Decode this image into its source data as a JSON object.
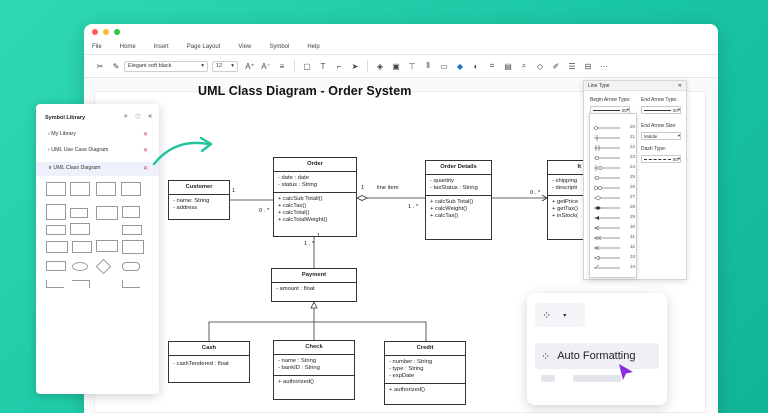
{
  "menu": [
    "File",
    "Home",
    "Insert",
    "Page Layout",
    "View",
    "Symbol",
    "Help"
  ],
  "toolbar": {
    "font": "Elegant soft black",
    "font_size": "12"
  },
  "diagram": {
    "title": "UML Class Diagram - Order System",
    "classes": {
      "customer": {
        "name": "Customer",
        "attrs": [
          "-   name: String",
          "-   address"
        ],
        "ops": []
      },
      "order": {
        "name": "Order",
        "attrs": [
          "-  date : date",
          "-  status : String"
        ],
        "ops": [
          "+  calcSub Totall()",
          "+  calcTax()",
          "+  calcTotal()",
          "+  calcTotalWeight()"
        ]
      },
      "order_details": {
        "name": "Order Details",
        "attrs": [
          "-  quantity",
          "-  taxStatus : String"
        ],
        "ops": [
          "+  calcSub Total()",
          "+  calcWeight()",
          "+  calcTax()"
        ]
      },
      "item": {
        "name": "It",
        "attrs": [
          "-  shipping",
          "-  descripti"
        ],
        "ops": [
          "+  getPrice",
          "+  getTax()",
          "+  inStock("
        ]
      },
      "payment": {
        "name": "Payment",
        "attrs": [
          "-  amount : float"
        ],
        "ops": []
      },
      "cash": {
        "name": "Cash",
        "attrs": [
          "-  cashTendered : float"
        ],
        "ops": []
      },
      "check": {
        "name": "Check",
        "attrs": [
          "-  name : String",
          "-  bankID : String"
        ],
        "ops": [
          "+  authorized()"
        ]
      },
      "credit": {
        "name": "Credit",
        "attrs": [
          "-  number : String",
          "-  type : String",
          "-  expDate"
        ],
        "ops": [
          "+  authorized()"
        ]
      }
    },
    "labels": {
      "m1": "1",
      "m2": "0 . *",
      "m3": "1",
      "m4": "line item",
      "m5": "1 . *",
      "m6": "0 . *",
      "m7": "1",
      "m8": "1 . *"
    }
  },
  "sidebar": {
    "title": "Symbol Library",
    "items": [
      {
        "label": "My Library",
        "prefix": "›"
      },
      {
        "label": "UML Use Case Diagram",
        "prefix": "›"
      },
      {
        "label": "UML Class Diagram",
        "prefix": "∨"
      }
    ]
  },
  "line_type": {
    "title": "Line Type",
    "begin_arrow_label": "Begin Arrow Type:",
    "end_arrow_label": "End Arrow Type:",
    "end_arrow_size_label": "End Arrow Size:",
    "end_arrow_size_value": "Middle",
    "dash_type_label": "Dash Type:",
    "begin_value": "00",
    "end_value": "00",
    "dash_value": "00",
    "arrow_numbers": [
      "20",
      "21",
      "22",
      "23",
      "24",
      "25",
      "26",
      "27",
      "28",
      "29",
      "30",
      "31",
      "32",
      "33",
      "34"
    ]
  },
  "auto_formatting": {
    "label": "Auto Formatting"
  }
}
